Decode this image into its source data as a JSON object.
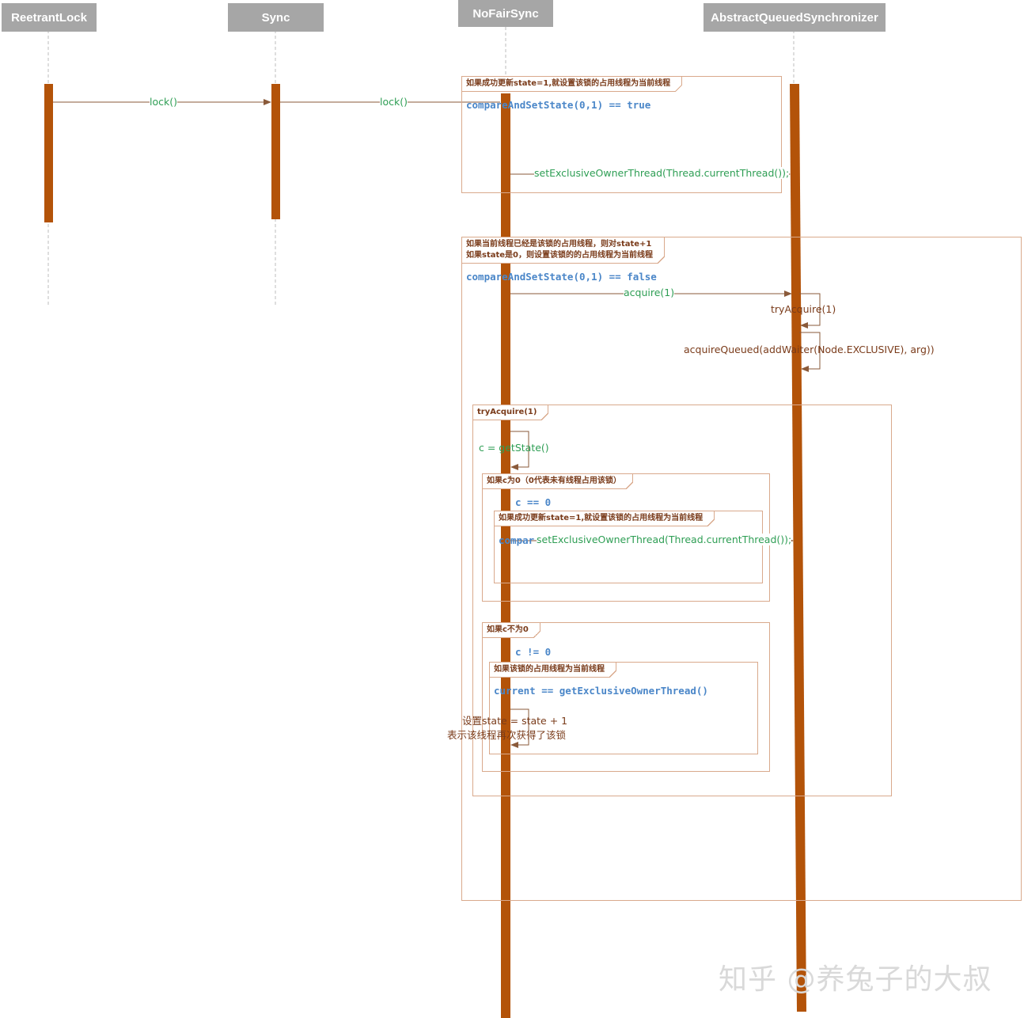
{
  "lifelines": [
    {
      "id": "reentrant",
      "label": "ReetrantLock"
    },
    {
      "id": "sync",
      "label": "Sync"
    },
    {
      "id": "nofair",
      "label": "NoFairSync"
    },
    {
      "id": "aqs",
      "label": "AbstractQueuedSynchronizer"
    }
  ],
  "frames": {
    "f1": {
      "tag": "如果成功更新state=1,就设置该锁的占用线程为当前线程",
      "cond": "compareAndSetState(0,1) == true"
    },
    "f2": {
      "tag_line1": "如果当前线程已经是该锁的占用线程，则对state+1",
      "tag_line2": "如果state是0，则设置该锁的的占用线程为当前线程",
      "cond": "compareAndSetState(0,1) == false"
    },
    "f3": {
      "tag": "tryAcquire(1)"
    },
    "f4": {
      "tag": "如果c为0（0代表未有线程占用该锁）",
      "cond": "c == 0"
    },
    "f5": {
      "tag": "如果成功更新state=1,就设置该锁的占用线程为当前线程",
      "cond": "compar"
    },
    "f6": {
      "tag": "如果c不为0",
      "cond": "c != 0"
    },
    "f7": {
      "tag": "如果该锁的占用线程为当前线程",
      "cond": "current == getExclusiveOwnerThread()"
    }
  },
  "messages": {
    "lock1": "lock()",
    "lock2": "lock()",
    "setOwner1": "setExclusiveOwnerThread(Thread.currentThread());",
    "acquire": "acquire(1)",
    "tryAcquire": "tryAcquire(1)",
    "acquireQueued": "acquireQueued(addWaiter(Node.EXCLUSIVE), arg))",
    "getState": "c = getState()",
    "setOwner2": "setExclusiveOwnerThread(Thread.currentThread());",
    "setState_line1": "设置state = state + 1",
    "setState_line2": "表示该线程再次获得了该锁"
  },
  "watermark": "知乎 @养兔子的大叔",
  "colors": {
    "activation": "#b35309",
    "header": "#a6a6a6",
    "frame_border": "#d9a98c",
    "frame_text": "#7a3b1a",
    "condition": "#4a86c8",
    "message_green": "#2e9e54",
    "message_brown": "#7a3b1a"
  }
}
